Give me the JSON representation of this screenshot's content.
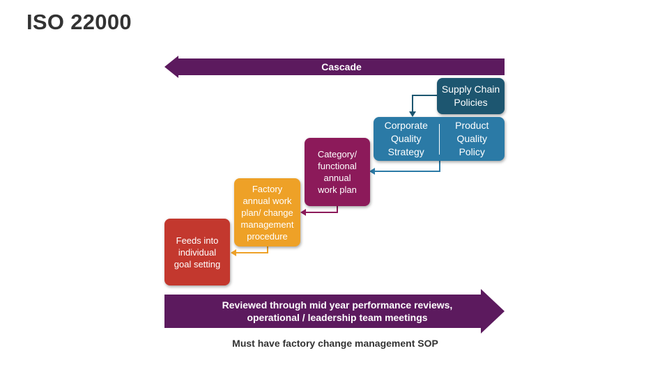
{
  "title": "ISO 22000",
  "cascade_label": "Cascade",
  "boxes": {
    "supply_chain": "Supply Chain\nPolicies",
    "corporate_quality_strategy": "Corporate\nQuality\nStrategy",
    "product_quality_policy": "Product\nQuality\nPolicy",
    "category_plan": "Category/\nfunctional\nannual\nwork plan",
    "factory_plan": "Factory\nannual work\nplan/ change\nmanagement\nprocedure",
    "goal_setting": "Feeds into\nindividual\ngoal setting"
  },
  "review_label": "Reviewed through mid year performance reviews,\noperational / leadership team meetings",
  "footer": "Must have factory change management SOP",
  "colors": {
    "purple": "#5c1a5e",
    "dark_teal": "#1d5670",
    "blue": "#2b7aa6",
    "magenta": "#8c1a5a",
    "orange": "#eea127",
    "red": "#c3382e"
  }
}
